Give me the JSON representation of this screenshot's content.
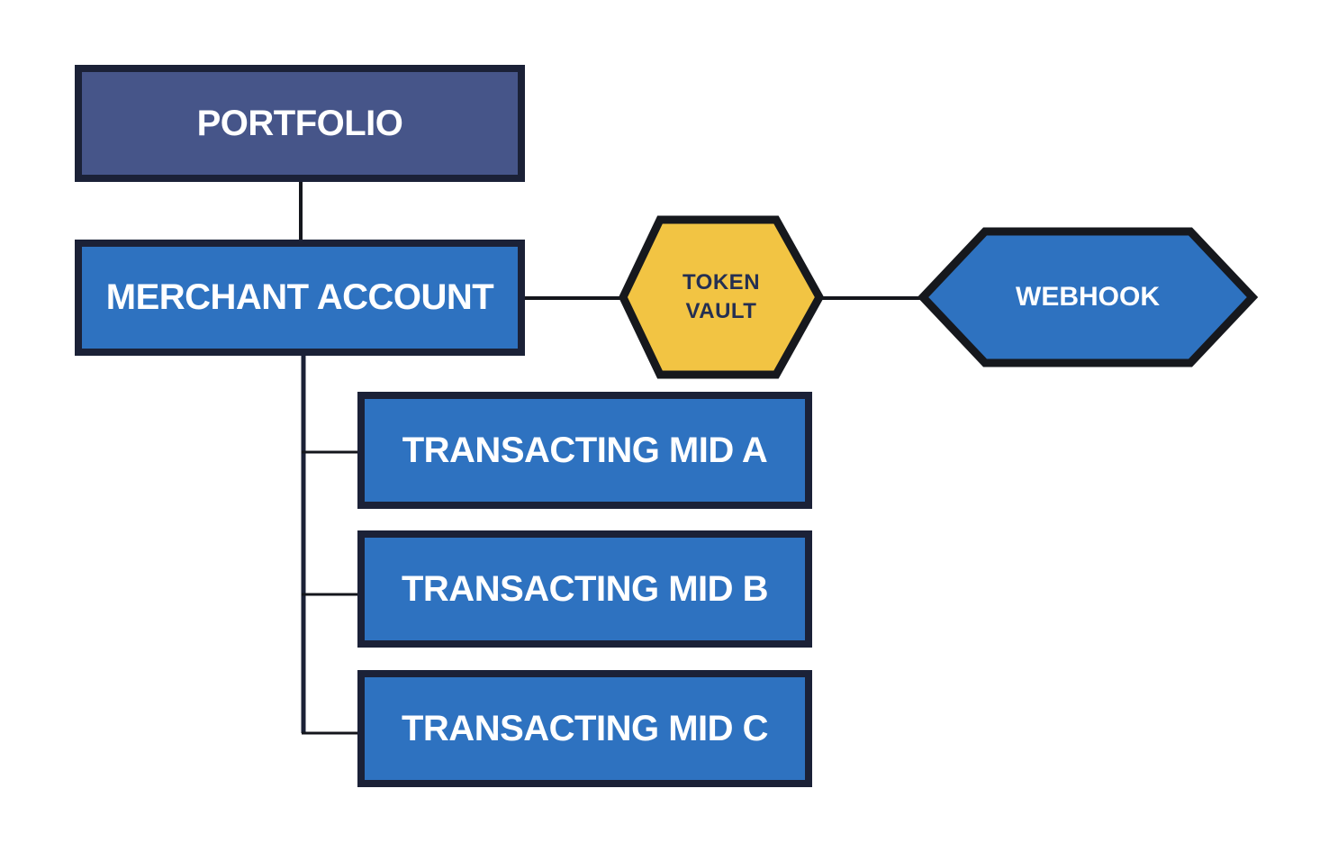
{
  "diagram_type": "hierarchy-flow-diagram",
  "nodes": {
    "portfolio": {
      "label": "PORTFOLIO",
      "shape": "rectangle",
      "fill": "#465589",
      "text_color": "#ffffff"
    },
    "merchant_account": {
      "label": "MERCHANT ACCOUNT",
      "shape": "rectangle",
      "fill": "#2e72c0",
      "text_color": "#ffffff"
    },
    "token_vault": {
      "label": "TOKEN VAULT",
      "shape": "hexagon",
      "fill": "#f2c443",
      "text_color": "#242f52"
    },
    "webhook": {
      "label": "WEBHOOK",
      "shape": "hexagon",
      "fill": "#2e72c0",
      "text_color": "#ffffff"
    },
    "transacting_mid_a": {
      "label": "TRANSACTING MID A",
      "shape": "rectangle",
      "fill": "#2e72c0",
      "text_color": "#ffffff"
    },
    "transacting_mid_b": {
      "label": "TRANSACTING MID B",
      "shape": "rectangle",
      "fill": "#2e72c0",
      "text_color": "#ffffff"
    },
    "transacting_mid_c": {
      "label": "TRANSACTING MID C",
      "shape": "rectangle",
      "fill": "#2e72c0",
      "text_color": "#ffffff"
    }
  },
  "edges": [
    {
      "from": "portfolio",
      "to": "merchant_account"
    },
    {
      "from": "merchant_account",
      "to": "token_vault"
    },
    {
      "from": "token_vault",
      "to": "webhook"
    },
    {
      "from": "merchant_account",
      "to": "transacting_mid_a"
    },
    {
      "from": "merchant_account",
      "to": "transacting_mid_b"
    },
    {
      "from": "merchant_account",
      "to": "transacting_mid_c"
    }
  ],
  "colors": {
    "background": "#ffffff",
    "box_border": "#1b2137",
    "hexagon_border": "#16181d",
    "connector_line": "#14161c",
    "trunk_line": "#1b2137"
  }
}
